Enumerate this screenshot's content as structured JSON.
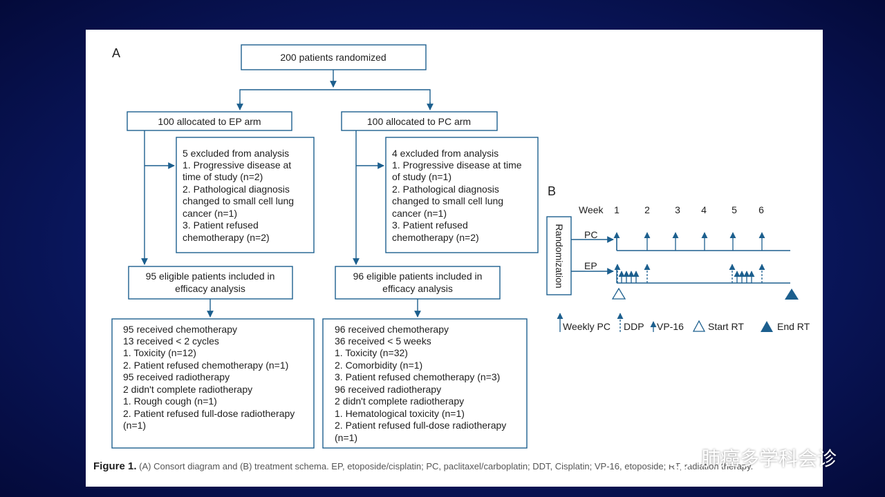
{
  "panel_a": {
    "label": "A",
    "randomized": "200 patients randomized",
    "ep": {
      "allocated": "100 allocated to EP arm",
      "excluded": [
        "5 excluded from analysis",
        "1.  Progressive disease at",
        "time of study (n=2)",
        "2.  Pathological diagnosis",
        "changed to small cell lung",
        "cancer (n=1)",
        "3.  Patient refused",
        "chemotherapy (n=2)"
      ],
      "eligible": [
        "95 eligible patients included in",
        "efficacy analysis"
      ],
      "received": [
        "95 received chemotherapy",
        "13 received < 2 cycles",
        "1. Toxicity (n=12)",
        "2. Patient refused chemotherapy (n=1)",
        "95 received radiotherapy",
        "2 didn't complete radiotherapy",
        "1. Rough cough (n=1)",
        "2. Patient refused full-dose radiotherapy",
        "(n=1)"
      ]
    },
    "pc": {
      "allocated": "100 allocated to PC arm",
      "excluded": [
        "4 excluded from analysis",
        "1.  Progressive disease at time",
        "of study (n=1)",
        "2.  Pathological diagnosis",
        "changed to small cell lung",
        "cancer (n=1)",
        "3.  Patient refused",
        "chemotherapy (n=2)"
      ],
      "eligible": [
        "96 eligible patients included in",
        "efficacy analysis"
      ],
      "received": [
        "96 received chemotherapy",
        "36 received < 5 weeks",
        "1. Toxicity (n=32)",
        "2. Comorbidity (n=1)",
        "3. Patient refused chemotherapy (n=3)",
        "96 received radiotherapy",
        "2 didn't complete radiotherapy",
        "1. Hematological toxicity (n=1)",
        "2. Patient refused full-dose radiotherapy",
        "(n=1)"
      ]
    }
  },
  "panel_b": {
    "label": "B",
    "week_label": "Week",
    "weeks": [
      "1",
      "2",
      "3",
      "4",
      "5",
      "6"
    ],
    "randomization": "Randomization",
    "pc_label": "PC",
    "ep_label": "EP",
    "legend": {
      "weekly_pc": "Weekly PC",
      "ddp": "DDP",
      "vp16": "VP-16",
      "start_rt": "Start RT",
      "end_rt": "End RT"
    }
  },
  "caption": {
    "bold": "Figure 1.",
    "text": "(A) Consort diagram and (B) treatment schema. EP, etoposide/cisplatin; PC, paclitaxel/carboplatin; DDT, Cisplatin; VP-16, etoposide; RT, radiation therapy."
  },
  "watermark": {
    "text": "肺癌多学科会诊"
  },
  "colors": {
    "line": "#1c5f8e",
    "fill_dark": "#1c5f8e",
    "text": "#1e1e1e"
  }
}
